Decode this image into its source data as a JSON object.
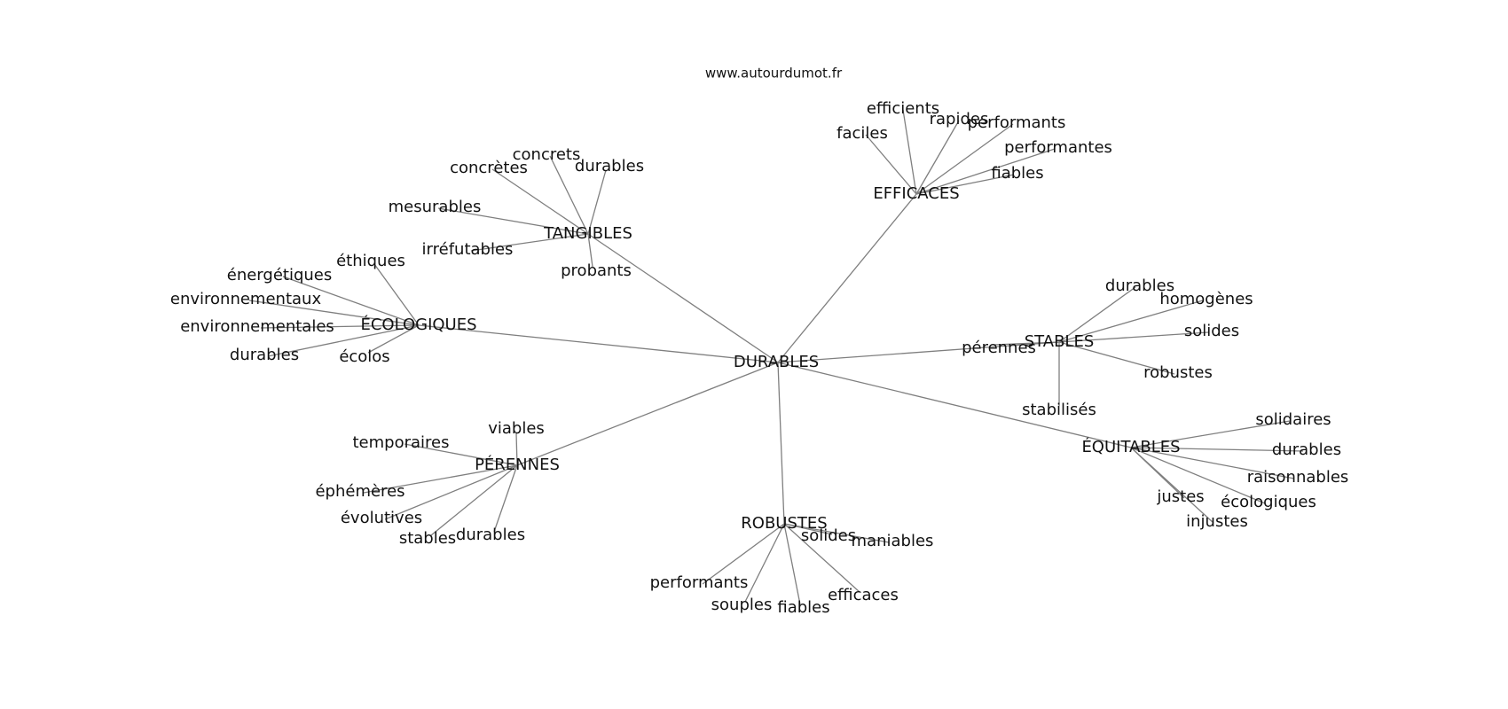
{
  "site": "www.autourdumot.fr",
  "center": "DURABLES",
  "hubs": [
    {
      "label": "TANGIBLES",
      "leaves": [
        "concrets",
        "concrètes",
        "durables",
        "mesurables",
        "irréfutables",
        "probants"
      ]
    },
    {
      "label": "EFFICACES",
      "leaves": [
        "efficients",
        "faciles",
        "rapides",
        "performants",
        "performantes",
        "fiables"
      ]
    },
    {
      "label": "ÉCOLOGIQUES",
      "leaves": [
        "éthiques",
        "énergétiques",
        "environnementaux",
        "environnementales",
        "durables",
        "écolos"
      ]
    },
    {
      "label": "STABLES",
      "leaves": [
        "pérennes",
        "durables",
        "homogènes",
        "solides",
        "robustes",
        "stabilisés"
      ]
    },
    {
      "label": "PÉRENNES",
      "leaves": [
        "viables",
        "temporaires",
        "éphémères",
        "évolutives",
        "stables",
        "durables"
      ]
    },
    {
      "label": "ÉQUITABLES",
      "leaves": [
        "solidaires",
        "durables",
        "raisonnables",
        "justes",
        "écologiques",
        "injustes"
      ]
    },
    {
      "label": "ROBUSTES",
      "leaves": [
        "solides",
        "maniables",
        "performants",
        "souples",
        "fiables",
        "efficaces"
      ]
    }
  ]
}
